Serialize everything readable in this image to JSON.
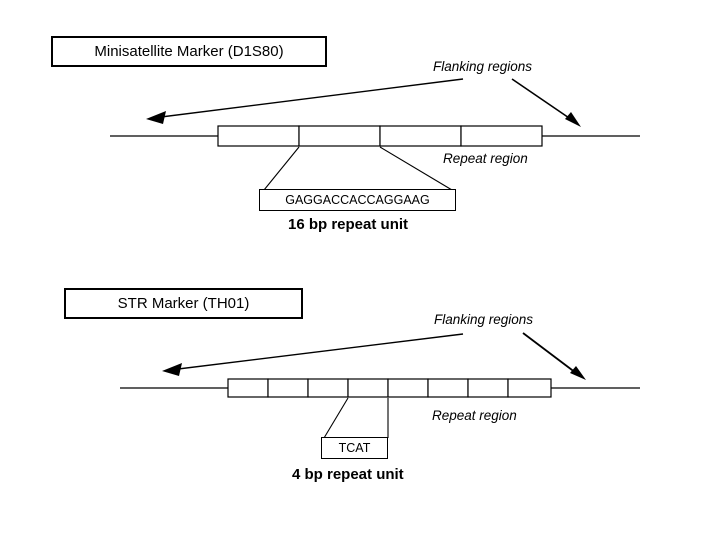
{
  "minisatellite": {
    "title": "Minisatellite Marker (D1S80)",
    "flanking_label": "Flanking regions",
    "repeat_label": "Repeat region",
    "sequence": "GAGGACCACCAGGAAG",
    "repeat_unit_caption": "16 bp repeat unit"
  },
  "str": {
    "title": "STR Marker (TH01)",
    "flanking_label": "Flanking regions",
    "repeat_label": "Repeat region",
    "sequence": "TCAT",
    "repeat_unit_caption": "4 bp repeat unit"
  },
  "colors": {
    "stroke": "#000000",
    "background": "#ffffff",
    "text": "#000000"
  }
}
